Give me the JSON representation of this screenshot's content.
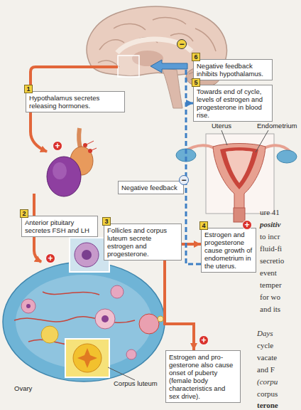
{
  "diagram": {
    "nodes": [
      {
        "text": [
          "6",
          "Negative feedback inhibits hypothalamus."
        ]
      },
      {
        "text": [
          "5",
          "Towards end of cycle, levels of estrogen and progesterone in blood rise."
        ]
      },
      {
        "text": [
          "1",
          "Hypothalamus secretes releasing hormones."
        ]
      },
      {
        "text": [
          "Negative feedback"
        ]
      },
      {
        "text": [
          "2",
          "Anterior pituitary secretes FSH and LH"
        ]
      },
      {
        "text": [
          "3",
          "Follicles and corpus luteum secrete estrogen and progesterone."
        ]
      },
      {
        "text": [
          "4",
          "Estrogen and progesterone cause growth of endometrium in the uterus."
        ]
      },
      {
        "text": [
          "Estrogen and pro- gesterone also cause onset of puberty (female body characteristics and sex drive)."
        ]
      }
    ],
    "edges": [
      {
        "from": 5,
        "to": 6,
        "arrow": "to"
      },
      {
        "from": 5,
        "to": 7,
        "arrow": "to"
      },
      {
        "from": 6,
        "to": 1,
        "arrow": "to"
      }
    ],
    "labels": [
      "−",
      "Uterus",
      "Endometrium",
      "+",
      "−",
      "+",
      "+",
      "ure 41",
      "positiv",
      "to incr",
      "fluid-fi",
      "secretio",
      "event",
      "temper",
      "for wo",
      "and its",
      "Days",
      "cycle",
      "vacate",
      "and F",
      "(corpu",
      "corpus",
      "terone",
      "+",
      "Corpus luteum",
      "Ovary"
    ]
  }
}
